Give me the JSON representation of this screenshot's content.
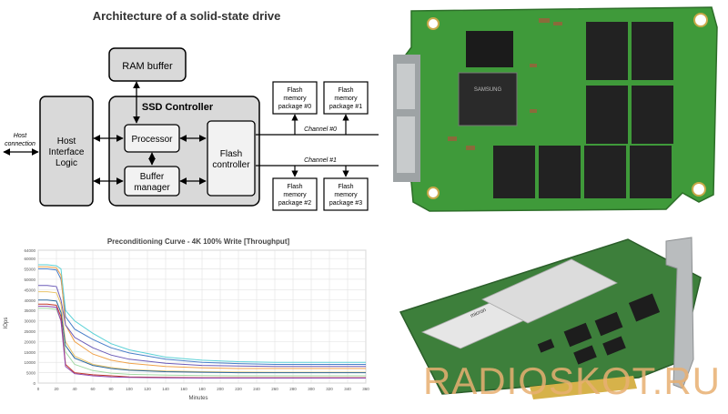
{
  "diagram": {
    "title": "Architecture of a solid-state drive",
    "ram_buffer": "RAM buffer",
    "controller_title": "SSD Controller",
    "processor": "Processor",
    "buffer_manager_l1": "Buffer",
    "buffer_manager_l2": "manager",
    "flash_controller_l1": "Flash",
    "flash_controller_l2": "controller",
    "host_interface_l1": "Host",
    "host_interface_l2": "Interface",
    "host_interface_l3": "Logic",
    "host_connection_l1": "Host",
    "host_connection_l2": "connection",
    "channel0": "Channel #0",
    "channel1": "Channel #1",
    "pkg_line1": "Flash",
    "pkg_line2": "memory",
    "pkg0": "package #0",
    "pkg1": "package #1",
    "pkg2": "package #2",
    "pkg3": "package #3"
  },
  "chart_data": {
    "type": "line",
    "title": "Preconditioning Curve - 4K 100% Write [Throughput]",
    "xlabel": "Minutes",
    "ylabel": "IOps",
    "xlim": [
      0,
      360
    ],
    "ylim": [
      0,
      64000
    ],
    "x_ticks": [
      0,
      20,
      40,
      60,
      80,
      100,
      120,
      140,
      160,
      180,
      200,
      220,
      240,
      260,
      280,
      300,
      320,
      340,
      360
    ],
    "y_ticks": [
      0,
      5000,
      10000,
      15000,
      20000,
      25000,
      30000,
      35000,
      40000,
      45000,
      50000,
      55000,
      60000,
      64000
    ],
    "grid": true,
    "x": [
      0,
      10,
      20,
      25,
      30,
      40,
      60,
      80,
      100,
      140,
      180,
      220,
      260,
      300,
      360
    ],
    "series": [
      {
        "color": "#5ad1d6",
        "values": [
          57000,
          57000,
          56500,
          55000,
          35000,
          30000,
          24000,
          19000,
          16000,
          12500,
          11000,
          10300,
          10000,
          10000,
          10000
        ]
      },
      {
        "color": "#4a7fc9",
        "values": [
          55000,
          55000,
          54500,
          50000,
          32000,
          26000,
          21000,
          17000,
          14500,
          11500,
          10000,
          9400,
          9000,
          9000,
          9000
        ]
      },
      {
        "color": "#f0a24a",
        "values": [
          56000,
          56000,
          55500,
          52000,
          28000,
          20000,
          14000,
          11000,
          9500,
          8000,
          7300,
          7000,
          7000,
          7000,
          7000
        ]
      },
      {
        "color": "#6c5bb8",
        "values": [
          47000,
          47000,
          46500,
          40000,
          28000,
          22000,
          17000,
          13500,
          11500,
          9500,
          8500,
          8200,
          8000,
          8000,
          8000
        ]
      },
      {
        "color": "#e9c46a",
        "values": [
          44000,
          44000,
          43500,
          38000,
          20000,
          13000,
          9000,
          7500,
          6500,
          5800,
          5500,
          5300,
          5200,
          5200,
          5200
        ]
      },
      {
        "color": "#2d6a9f",
        "values": [
          40000,
          40000,
          39500,
          34000,
          18000,
          12000,
          8500,
          7000,
          6200,
          5500,
          5200,
          5000,
          5000,
          5000,
          5000
        ]
      },
      {
        "color": "#a3d9a5",
        "values": [
          36000,
          36000,
          35500,
          30000,
          15000,
          9000,
          6000,
          4800,
          4200,
          3800,
          3600,
          3500,
          3500,
          3500,
          3500
        ]
      },
      {
        "color": "#c0392b",
        "values": [
          38000,
          38000,
          37500,
          32000,
          9000,
          5000,
          4000,
          3500,
          3000,
          2700,
          2600,
          2600,
          2600,
          2600,
          2600
        ]
      },
      {
        "color": "#8e44ad",
        "values": [
          37000,
          37000,
          36500,
          30000,
          8000,
          4500,
          3500,
          3000,
          2700,
          2500,
          2400,
          2400,
          2400,
          2400,
          2400
        ]
      }
    ]
  },
  "photos": {
    "ssd_chip_brand": "SAMSUNG",
    "card_brand": "micron"
  },
  "watermark": "RADIOSKOT.RU"
}
